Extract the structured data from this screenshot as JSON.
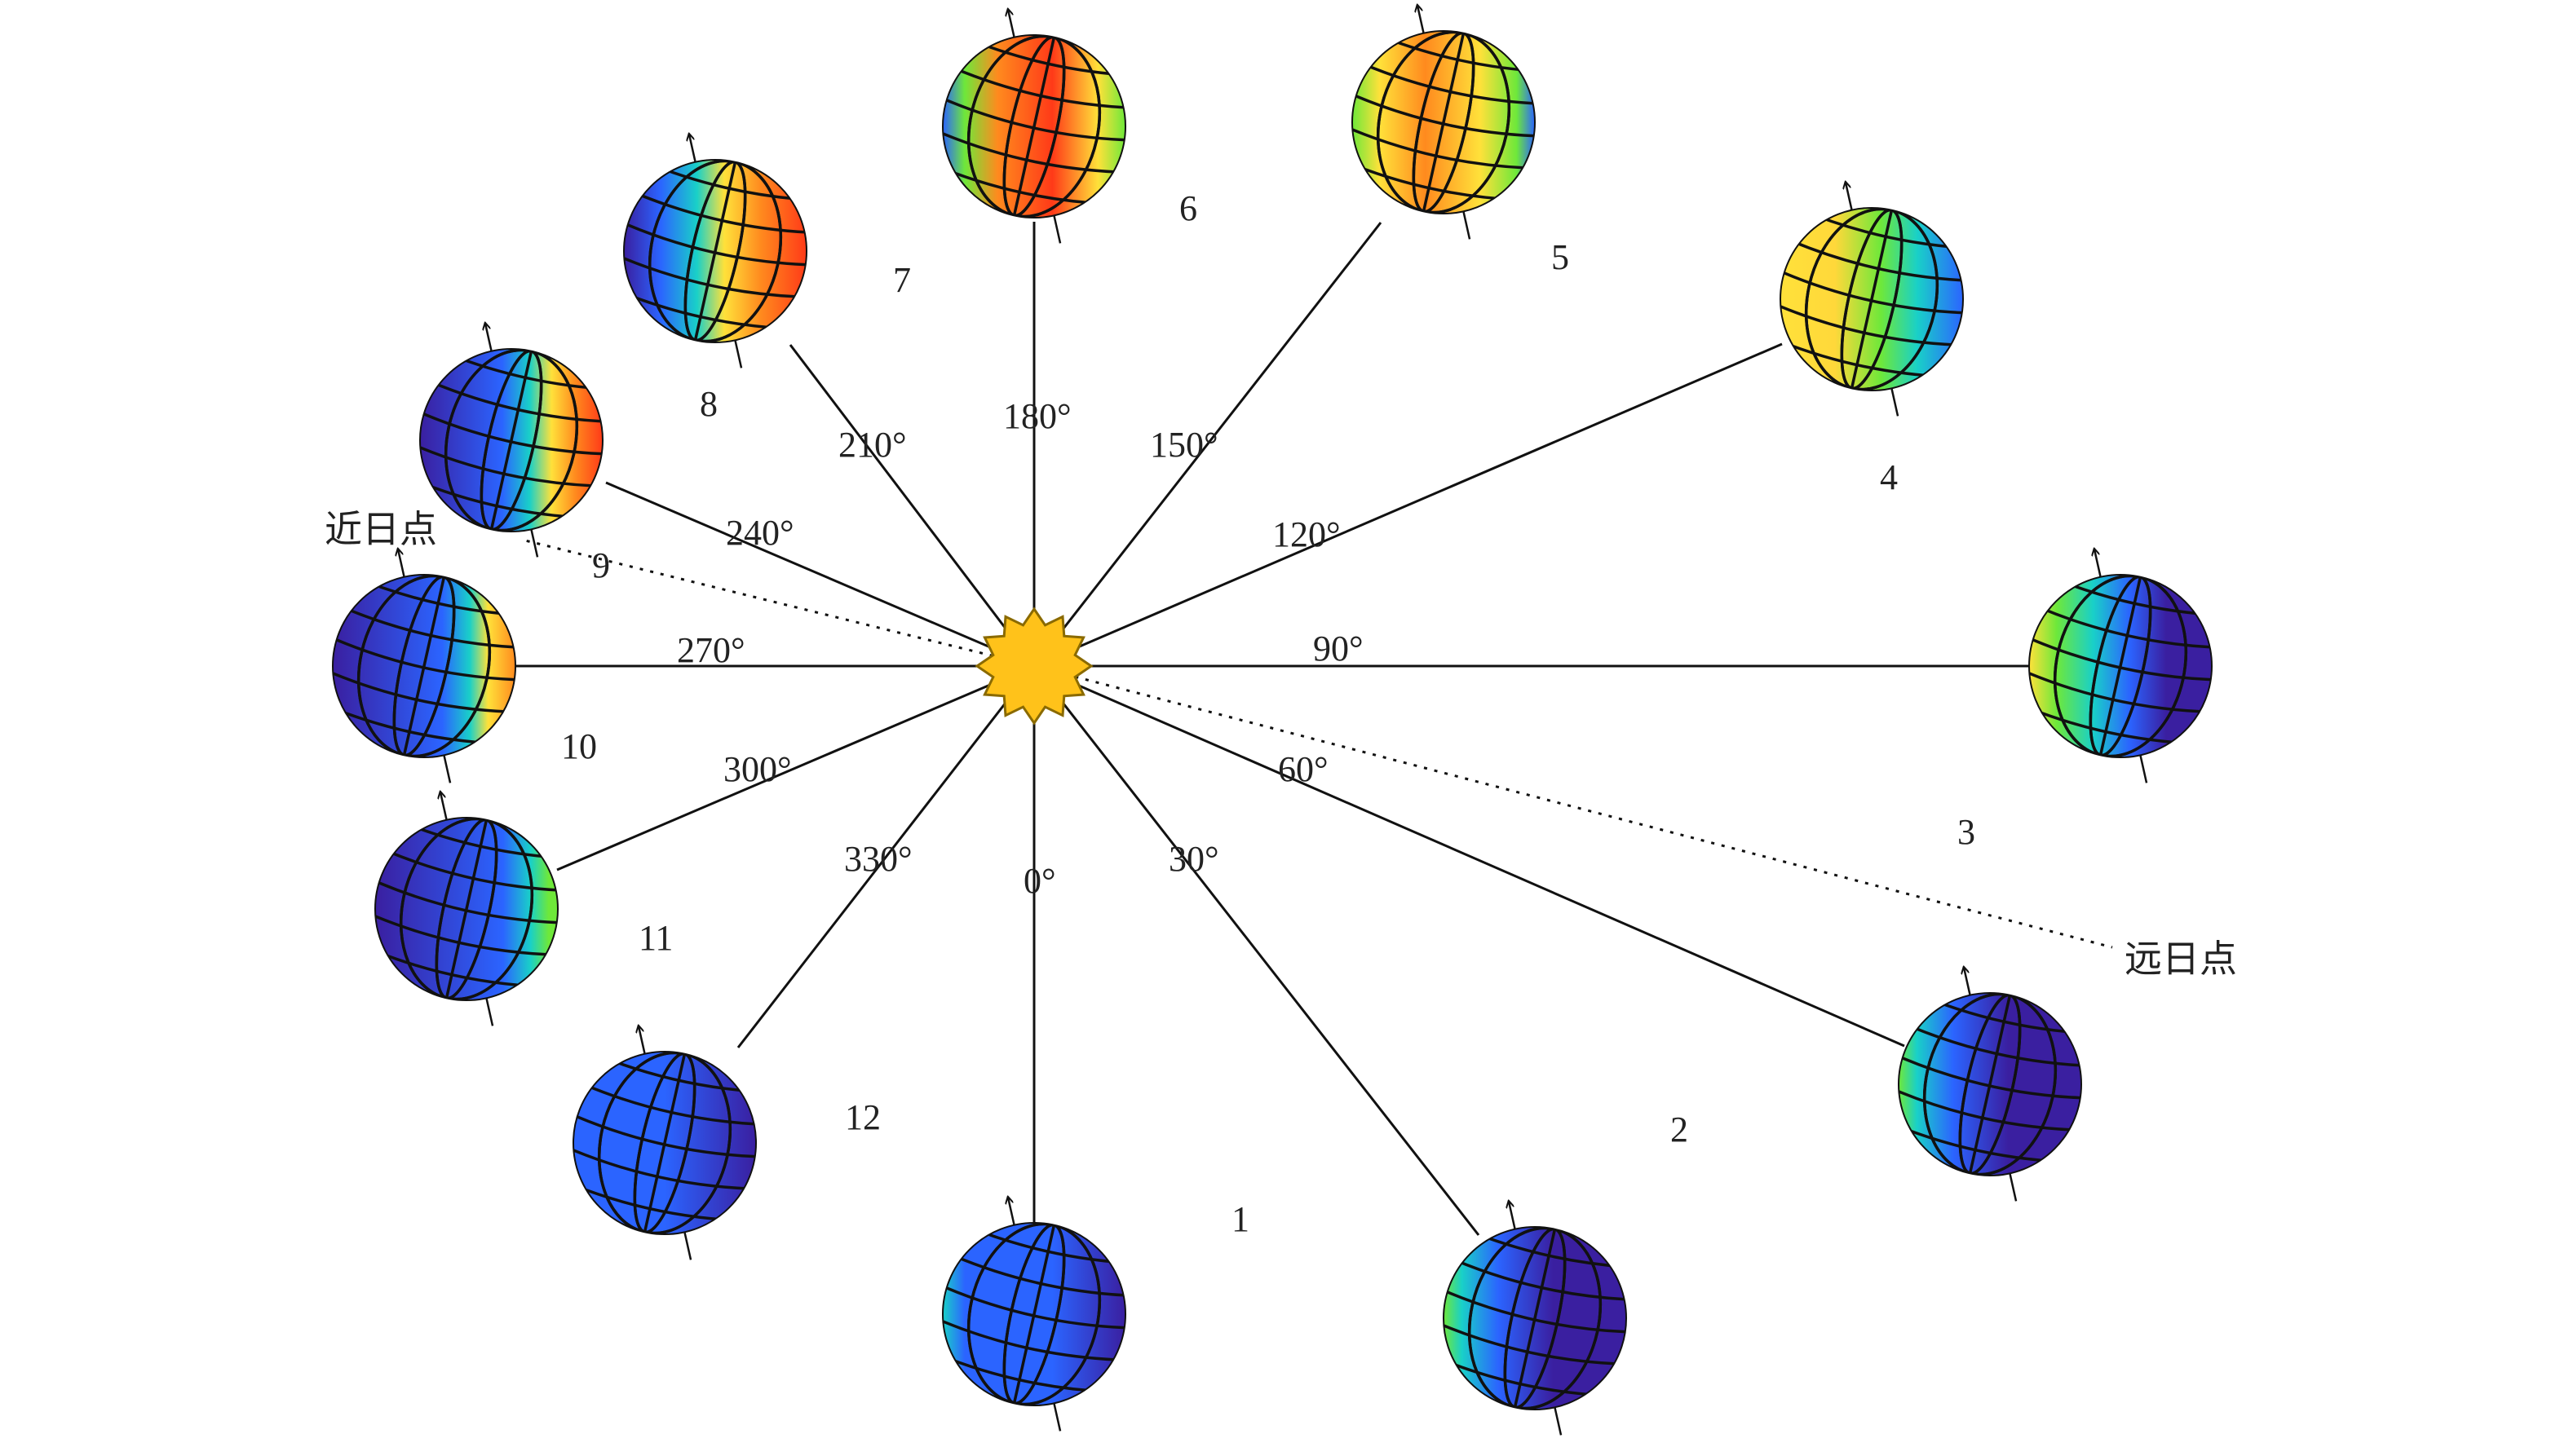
{
  "diagram": {
    "perihelion_label": "近日点",
    "aphelion_label": "远日点",
    "spokes": [
      {
        "angle_label": "0°",
        "number_label": "1"
      },
      {
        "angle_label": "30°",
        "number_label": "2"
      },
      {
        "angle_label": "60°",
        "number_label": "3"
      },
      {
        "angle_label": "90°",
        "number_label": "4"
      },
      {
        "angle_label": "120°",
        "number_label": "5"
      },
      {
        "angle_label": "150°",
        "number_label": "6"
      },
      {
        "angle_label": "180°",
        "number_label": "7"
      },
      {
        "angle_label": "210°",
        "number_label": "8"
      },
      {
        "angle_label": "240°",
        "number_label": "9"
      },
      {
        "angle_label": "270°",
        "number_label": "10"
      },
      {
        "angle_label": "300°",
        "number_label": "11"
      },
      {
        "angle_label": "330°",
        "number_label": "12"
      }
    ],
    "planets": [
      {
        "number": "1"
      },
      {
        "number": "2"
      },
      {
        "number": "3"
      },
      {
        "number": "4"
      },
      {
        "number": "5"
      },
      {
        "number": "6"
      },
      {
        "number": "7"
      },
      {
        "number": "8"
      },
      {
        "number": "9"
      },
      {
        "number": "10"
      },
      {
        "number": "11"
      },
      {
        "number": "12"
      }
    ],
    "colors": {
      "sun_fill": "#ffc21a",
      "sun_stroke": "#8a6a00",
      "line": "#111111",
      "cold": "#3a1fa0",
      "cool": "#2b64ff",
      "mid": "#19d0c8",
      "warm": "#6ee83a",
      "hot": "#ffe13a",
      "hotter": "#ff8a1e",
      "hottest": "#ff3a18"
    }
  }
}
